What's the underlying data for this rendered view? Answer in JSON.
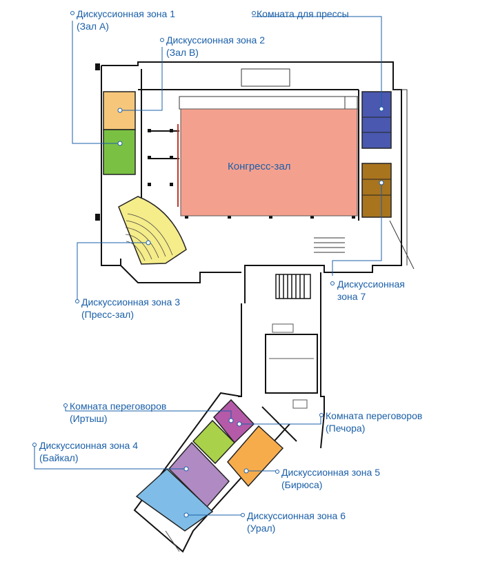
{
  "colors": {
    "leader": "#1a5fa8",
    "wall": "#111111",
    "zone1": "#f6c77a",
    "zone2": "#7ac143",
    "zone3": "#f5ec8a",
    "press_room": "#4a58b0",
    "zone7": "#a8741e",
    "congress": "#f4a08e",
    "irtysh": "#b45aa8",
    "pechora_green": "#a9d24a",
    "zone4": "#b08ac2",
    "zone5": "#f7ac4c",
    "zone6": "#7fbde8"
  },
  "labels": {
    "zone1": {
      "line1": "Дискуссионная зона 1",
      "line2": "(Зал А)"
    },
    "zone2": {
      "line1": "Дискуссионная зона 2",
      "line2": "(Зал В)"
    },
    "press": {
      "line1": "Комната для прессы"
    },
    "congress": {
      "line1": "Конгресс-зал"
    },
    "zone7": {
      "line1": "Дискуссионная",
      "line2": "зона 7"
    },
    "zone3": {
      "line1": "Дискуссионная зона 3",
      "line2": "(Пресс-зал)"
    },
    "irtysh": {
      "line1": "Комната переговоров",
      "line2": "(Иртыш)"
    },
    "pechora": {
      "line1": "Комната переговоров",
      "line2": "(Печора)"
    },
    "zone4": {
      "line1": "Дискуссионная зона 4",
      "line2": "(Байкал)"
    },
    "zone5": {
      "line1": "Дискуссионная зона 5",
      "line2": "(Бирюса)"
    },
    "zone6": {
      "line1": "Дискуссионная зона 6",
      "line2": "(Урал)"
    }
  }
}
